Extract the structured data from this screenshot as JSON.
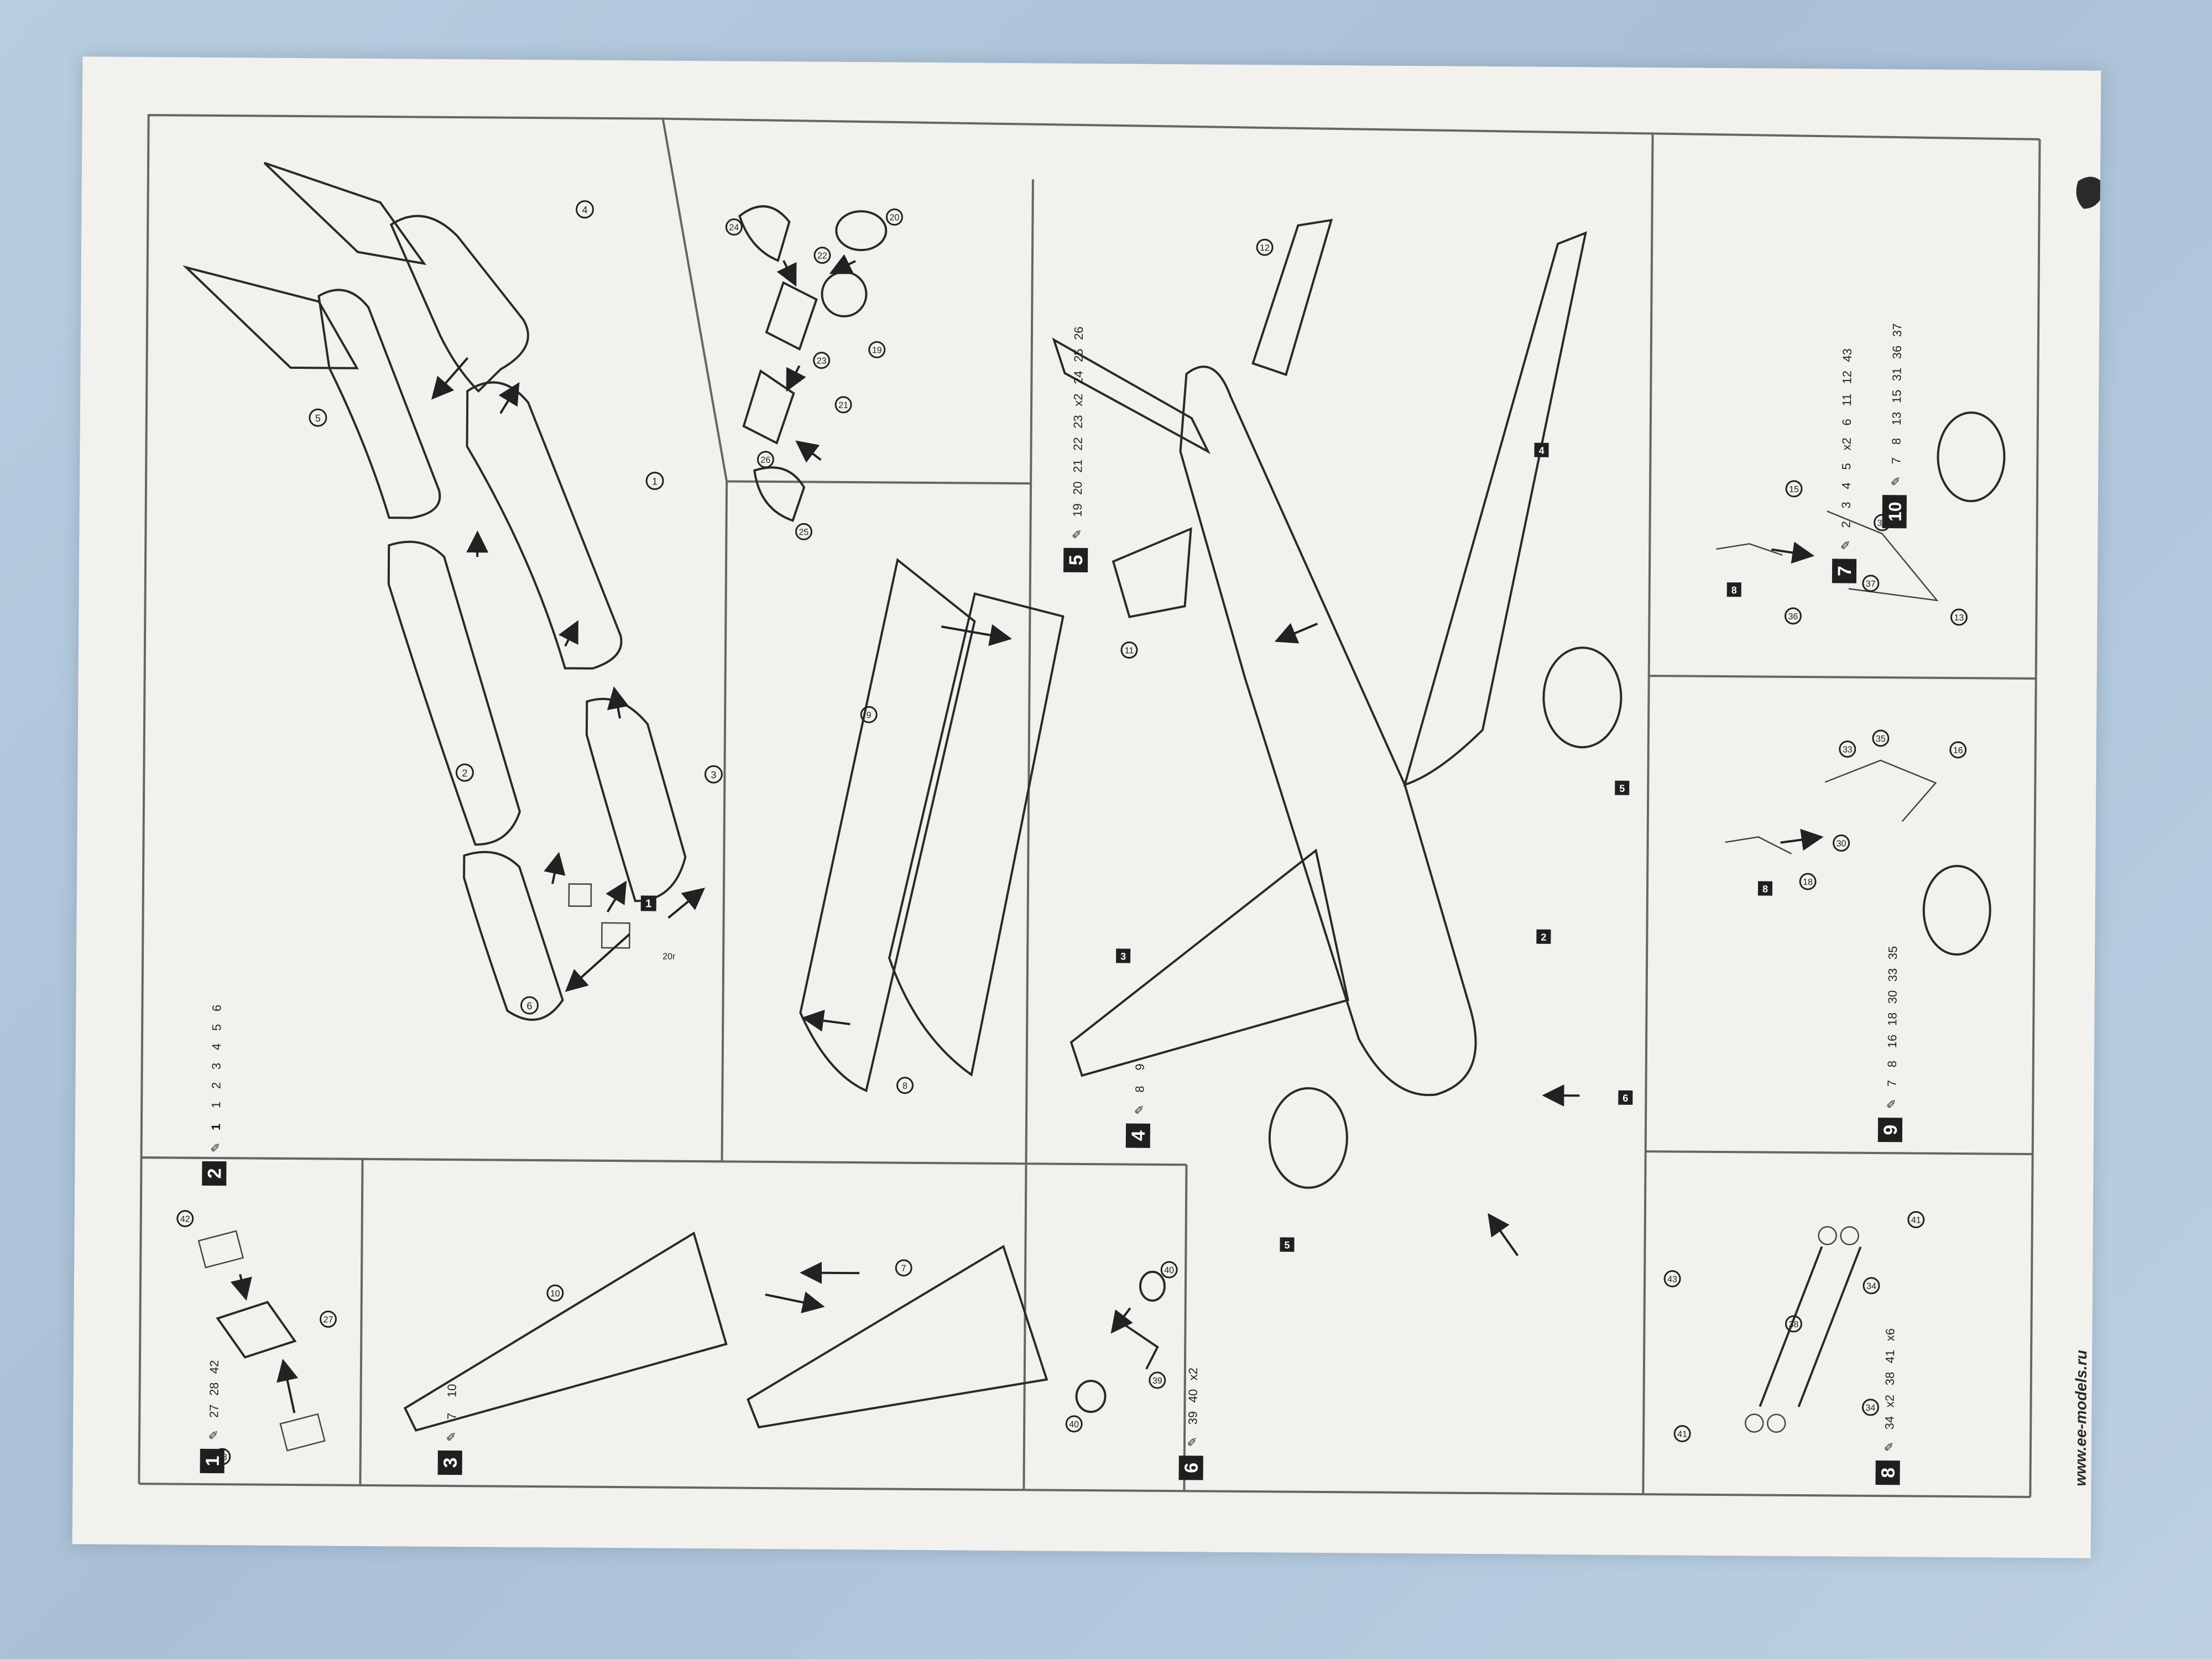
{
  "website": "www.ee-models.ru",
  "steps": [
    {
      "id": "1",
      "parts": [
        "27",
        "28",
        "42"
      ],
      "labels": [
        "42",
        "27",
        "28"
      ]
    },
    {
      "id": "2",
      "sub_steps": [
        "1"
      ],
      "parts": [
        "1",
        "2",
        "3",
        "4",
        "5",
        "6"
      ],
      "labels": [
        "1",
        "2",
        "3",
        "4",
        "5",
        "6"
      ],
      "weight": "20г"
    },
    {
      "id": "3",
      "parts": [
        "7",
        "10"
      ],
      "labels": [
        "10",
        "7"
      ]
    },
    {
      "id": "4",
      "parts": [
        "8",
        "9"
      ],
      "labels": [
        "9",
        "8"
      ]
    },
    {
      "id": "5",
      "parts": [
        "19",
        "20",
        "21",
        "22",
        "23",
        "24",
        "25",
        "26"
      ],
      "multiplier": "x2",
      "labels": [
        "24",
        "22",
        "20",
        "23",
        "19",
        "26",
        "21",
        "25"
      ]
    },
    {
      "id": "6",
      "parts": [
        "39",
        "40"
      ],
      "multiplier": "x2",
      "labels": [
        "40",
        "39",
        "40"
      ]
    },
    {
      "id": "7",
      "sub_steps": [
        "2",
        "3",
        "4",
        "5",
        "6"
      ],
      "parts": [
        "11",
        "12",
        "43"
      ],
      "multiplier": "x2",
      "labels": [
        "12",
        "4",
        "11",
        "3",
        "2",
        "5",
        "5",
        "6",
        "43"
      ]
    },
    {
      "id": "8",
      "parts": [
        "34",
        "38",
        "41"
      ],
      "multipliers": [
        "x2",
        "x6"
      ],
      "labels": [
        "41",
        "34",
        "38",
        "41",
        "34"
      ]
    },
    {
      "id": "9",
      "sub_steps": [
        "7",
        "8"
      ],
      "parts": [
        "16",
        "18",
        "30",
        "33",
        "35"
      ],
      "labels": [
        "33",
        "35",
        "16",
        "18",
        "30",
        "8"
      ]
    },
    {
      "id": "10",
      "sub_steps": [
        "7",
        "8"
      ],
      "parts": [
        "13",
        "15",
        "31",
        "36",
        "37"
      ],
      "labels": [
        "15",
        "31",
        "37",
        "36",
        "13",
        "8"
      ]
    }
  ],
  "glue_icon": "glue-tube-icon",
  "logo_icon": "maker-logo-icon",
  "colors": {
    "paper": "#f3f1ee",
    "ink": "#1f1f1f",
    "background": "#b9cde0"
  }
}
